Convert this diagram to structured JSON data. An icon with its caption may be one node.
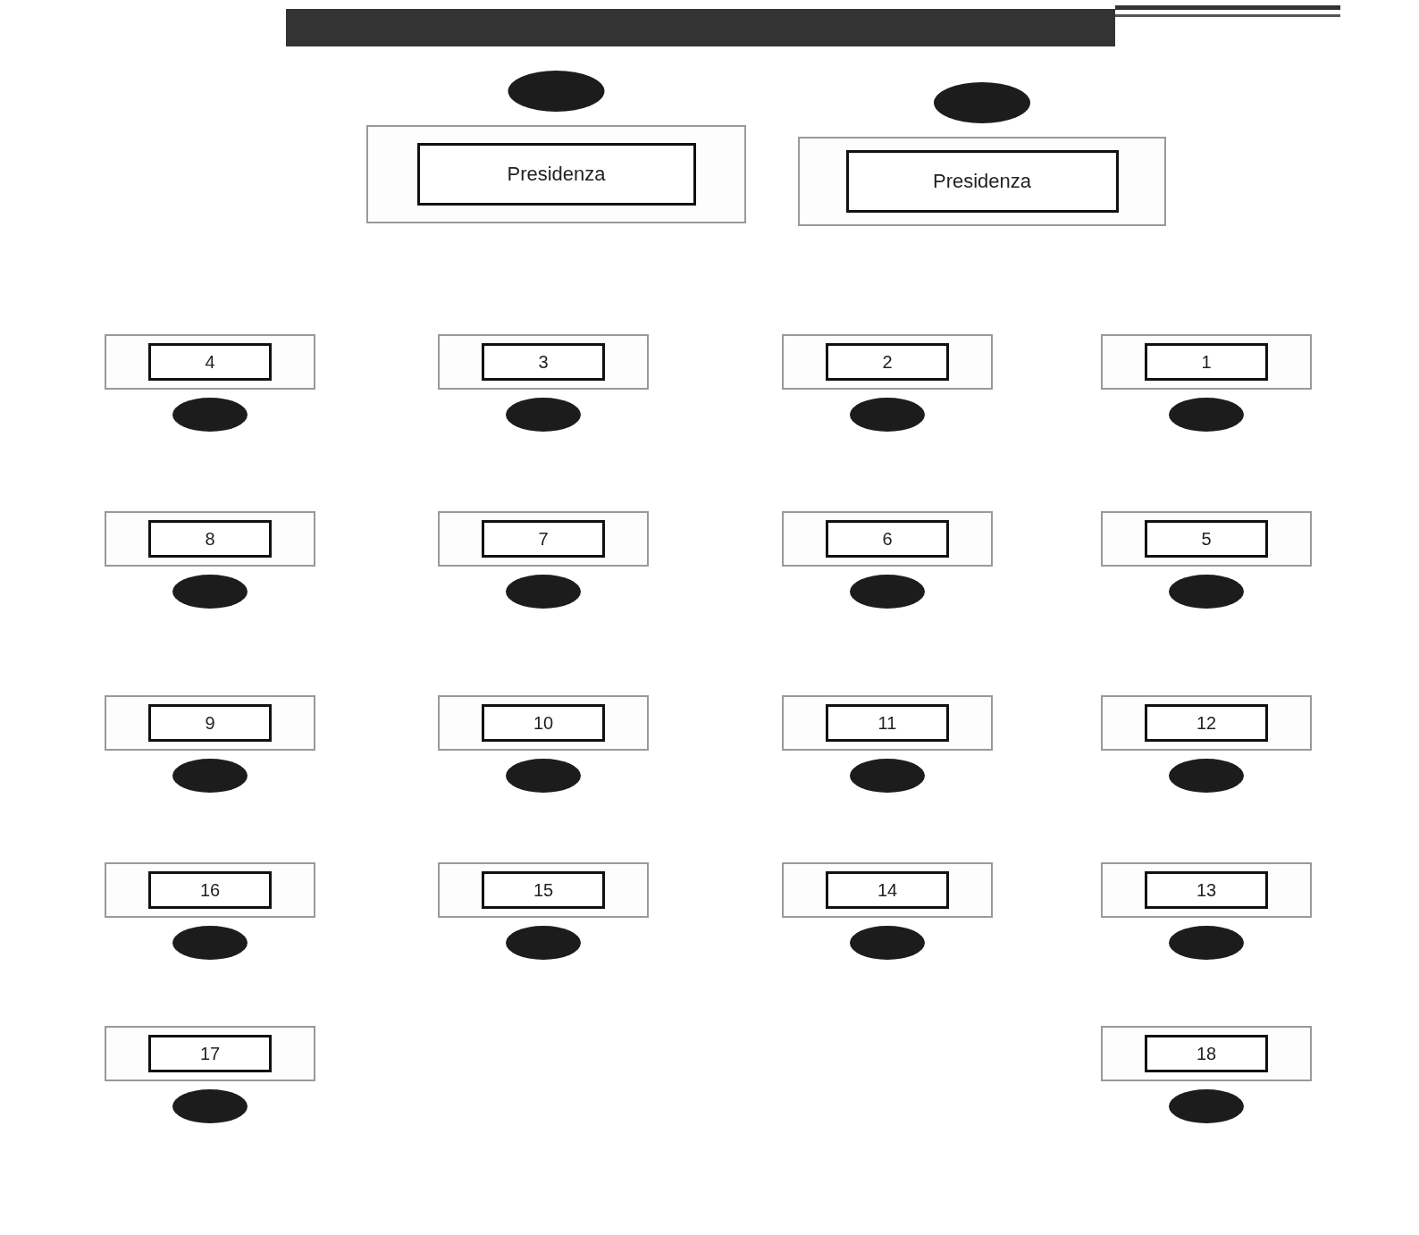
{
  "diagram": {
    "nodes": [
      {
        "text": [
          "Presidenza"
        ]
      },
      {
        "text": [
          "Presidenza"
        ]
      },
      {
        "text": [
          "4"
        ]
      },
      {
        "text": [
          "3"
        ]
      },
      {
        "text": [
          "2"
        ]
      },
      {
        "text": [
          "1"
        ]
      },
      {
        "text": [
          "8"
        ]
      },
      {
        "text": [
          "7"
        ]
      },
      {
        "text": [
          "6"
        ]
      },
      {
        "text": [
          "5"
        ]
      },
      {
        "text": [
          "9"
        ]
      },
      {
        "text": [
          "10"
        ]
      },
      {
        "text": [
          "11"
        ]
      },
      {
        "text": [
          "12"
        ]
      },
      {
        "text": [
          "16"
        ]
      },
      {
        "text": [
          "15"
        ]
      },
      {
        "text": [
          "14"
        ]
      },
      {
        "text": [
          "13"
        ]
      },
      {
        "text": [
          "17"
        ]
      },
      {
        "text": [
          "18"
        ]
      }
    ]
  }
}
